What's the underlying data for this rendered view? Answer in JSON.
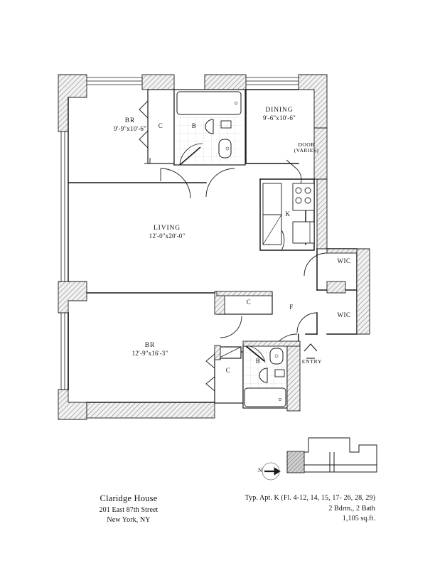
{
  "document": {
    "type": "architectural-floor-plan",
    "title": "Claridge House - Typ. Apt. K"
  },
  "rooms": [
    {
      "id": "br-upper",
      "name": "BR",
      "dimensions": "9'-9\"x10'-6\""
    },
    {
      "id": "dining",
      "name": "DINING",
      "dimensions": "9'-6\"x10'-6\""
    },
    {
      "id": "living",
      "name": "LIVING",
      "dimensions": "12'-0\"x20'-0\""
    },
    {
      "id": "br-lower",
      "name": "BR",
      "dimensions": "12'-9\"x16'-3\""
    }
  ],
  "space_labels": {
    "closet_upper_br": "C",
    "bath_upper": "B",
    "kitchen": "K",
    "wic_upper": "WIC",
    "wic_lower": "WIC",
    "foyer": "F",
    "closet_hall": "C",
    "closet_lower_br": "C",
    "bath_lower": "B",
    "entry": "ENTRY"
  },
  "annotations": {
    "door_note_line1": "DOOR",
    "door_note_line2": "(VARIES)"
  },
  "compass": {
    "direction_label": "N"
  },
  "caption_left": {
    "building_name": "Claridge House",
    "address_line1": "201 East 87th Street",
    "address_line2": "New York, NY"
  },
  "caption_right": {
    "unit_line": "Typ. Apt. K (Fl. 4-12, 14, 15, 17- 26, 28, 29)",
    "config_line": "2 Bdrm., 2 Bath",
    "area_line": "1,105 sq.ft."
  },
  "colors": {
    "line": "#111111",
    "wall_hatch": "#8a8a8a",
    "paper": "#ffffff"
  }
}
